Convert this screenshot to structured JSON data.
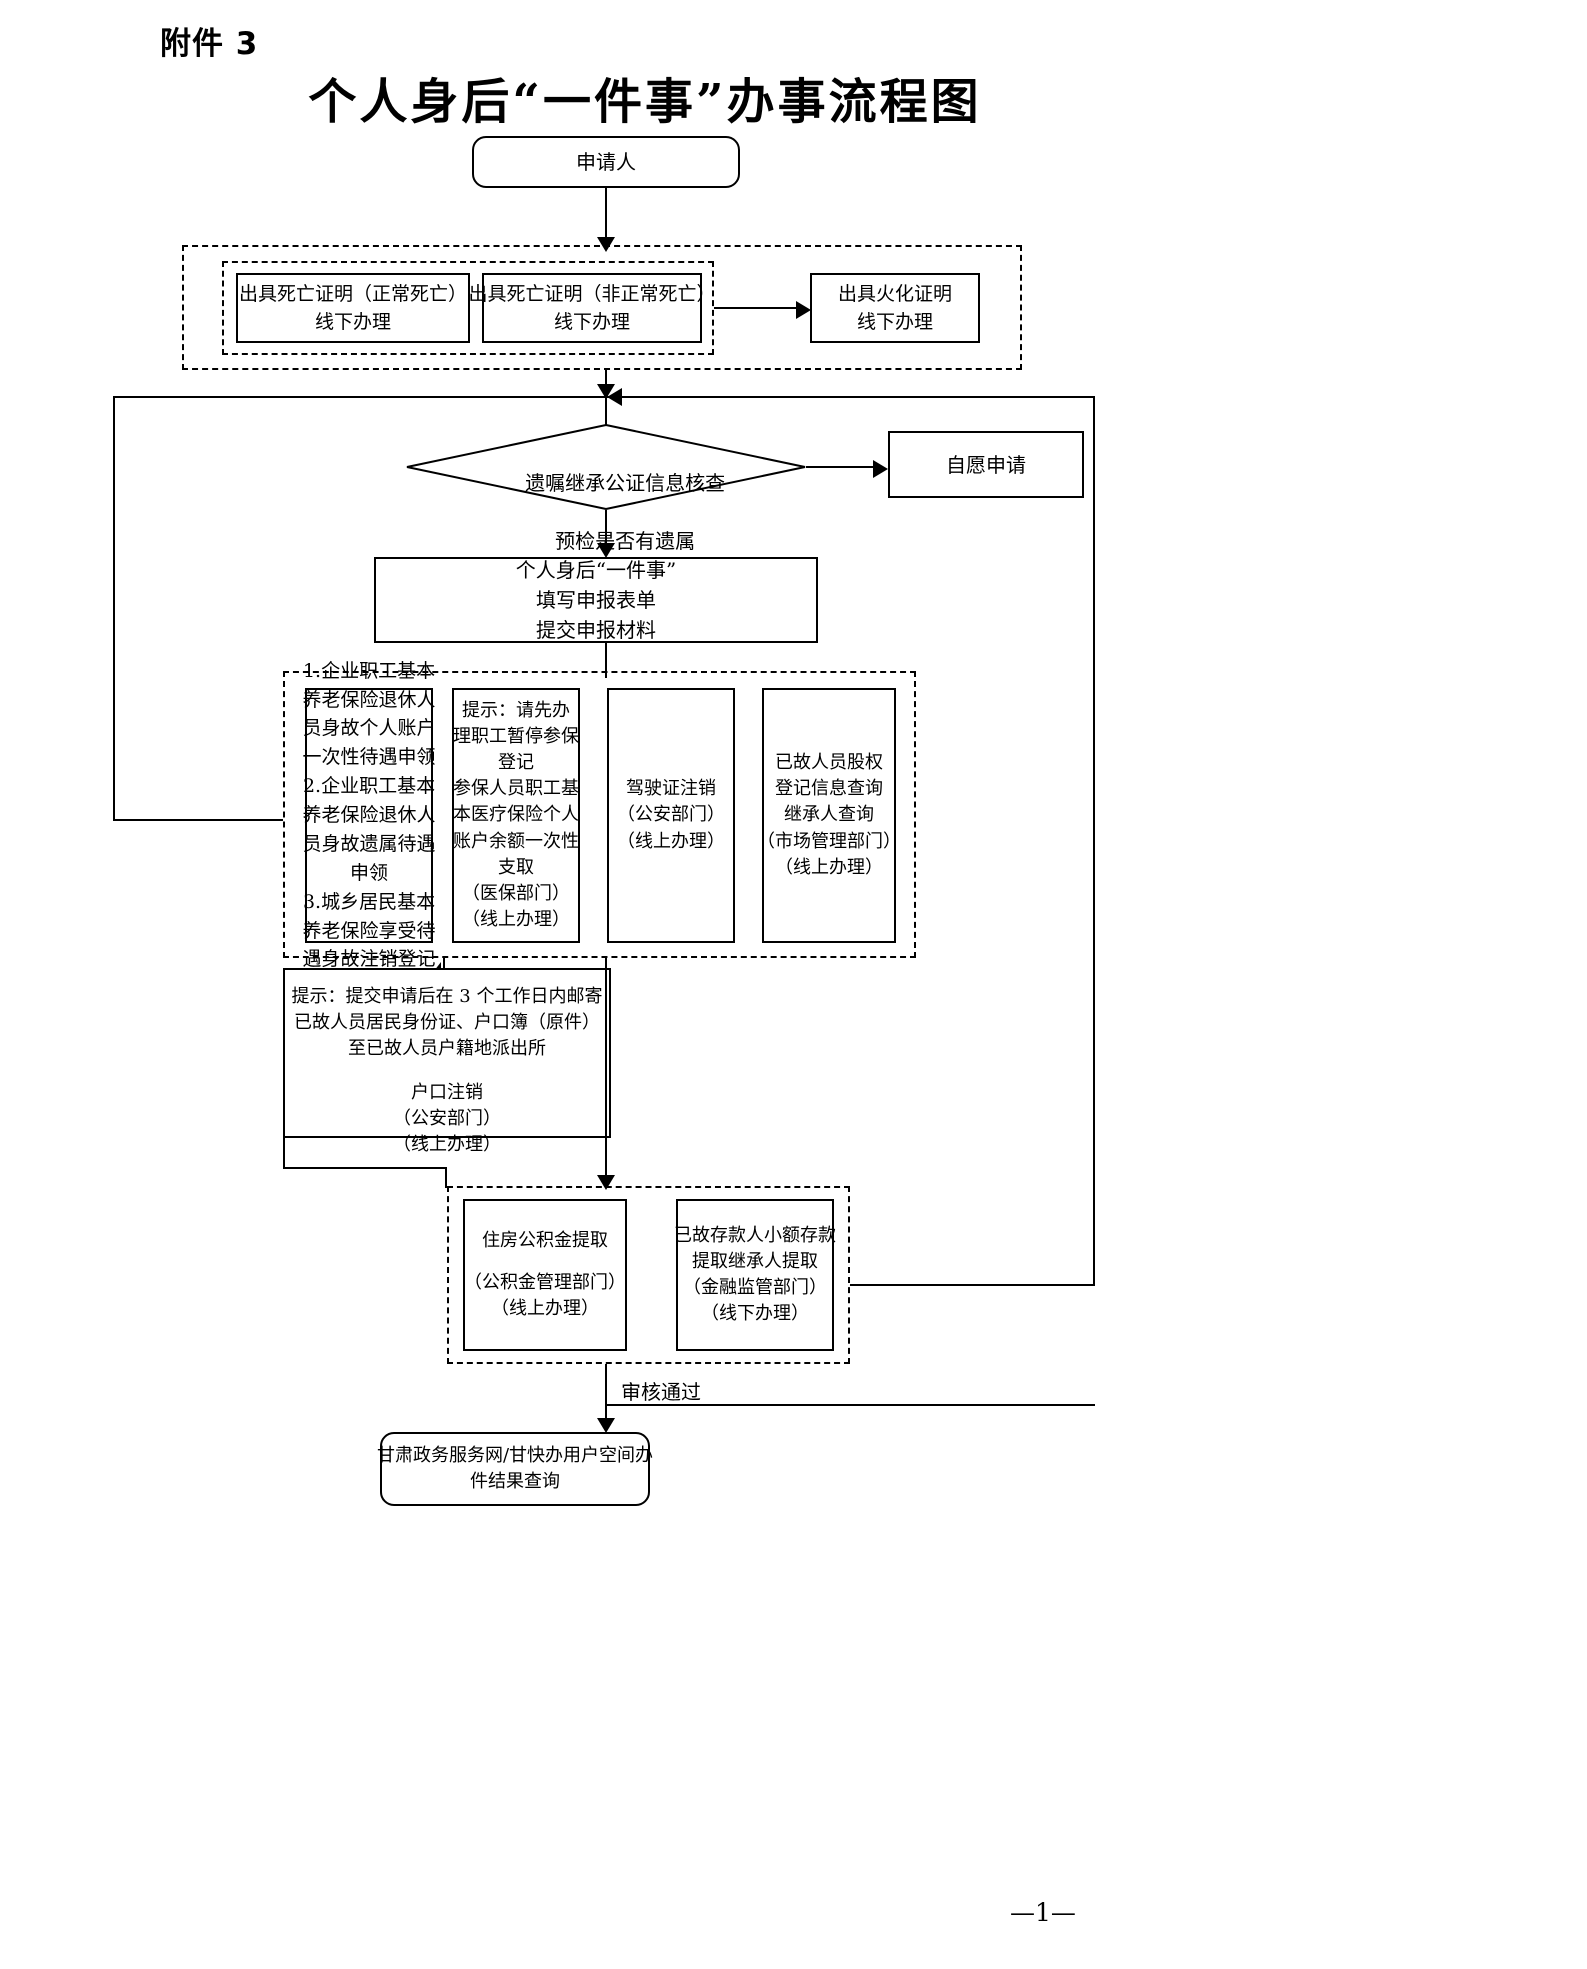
{
  "document": {
    "attachment_label": "附件 3",
    "title": "个人身后“一件事”办事流程图",
    "page_number": "—1—"
  },
  "nodes": {
    "applicant": {
      "label": "申请人"
    },
    "death_cert_normal": {
      "line1": "出具死亡证明（正常死亡）",
      "line2": "线下办理"
    },
    "death_cert_abnormal": {
      "line1": "出具死亡证明（非正常死亡）",
      "line2": "线下办理"
    },
    "cremation_cert": {
      "line1": "出具火化证明",
      "line2": "线下办理"
    },
    "decision_check": {
      "line1": "遗嘱继承公证信息核查",
      "line2": "预检是否有遗属"
    },
    "voluntary_application": {
      "label": "自愿申请"
    },
    "one_thing_form": {
      "line1": "个人身后“一件事”",
      "line2": "填写申报表单",
      "line3": "提交申报材料"
    },
    "pension_list": {
      "l1": "1.企业职工基本",
      "l2": "养老保险退休人",
      "l3": "员身故个人账户",
      "l4": "一次性待遇申领",
      "l5": "2.企业职工基本",
      "l6": "养老保险退休人",
      "l7": "员身故遗属待遇",
      "l8": "申领",
      "l9": "3.城乡居民基本",
      "l10": "养老保险享受待",
      "l11": "遇身故注销登记"
    },
    "medical_insurance": {
      "l1": "提示：请先办",
      "l2": "理职工暂停参保",
      "l3": "登记",
      "l4": "参保人员职工基",
      "l5": "本医疗保险个人",
      "l6": "账户余额一次性",
      "l7": "支取",
      "l8": "（医保部门）",
      "l9": "（线上办理）"
    },
    "driver_license": {
      "l1": "驾驶证注销",
      "l2": "（公安部门）",
      "l3": "（线上办理）"
    },
    "equity_query": {
      "l1": "已故人员股权",
      "l2": "登记信息查询",
      "l3": "继承人查询",
      "l4": "（市场管理部门）",
      "l5": "（线上办理）"
    },
    "household_cancel": {
      "l1": "提示：提交申请后在 3 个工作日内邮寄",
      "l2": "已故人员居民身份证、户口簿（原件）",
      "l3": "至已故人员户籍地派出所",
      "l4": "户口注销",
      "l5": "（公安部门）",
      "l6": "（线上办理）"
    },
    "housing_fund": {
      "l1": "住房公积金提取",
      "l2": "（公积金管理部门）",
      "l3": "（线上办理）"
    },
    "small_deposit": {
      "l1": "已故存款人小额存款",
      "l2": "提取继承人提取",
      "l3": "（金融监管部门）",
      "l4": "（线下办理）"
    },
    "result_query": {
      "l1": "甘肃政务服务网/甘快办用户空间办",
      "l2": "件结果查询"
    }
  },
  "edges": {
    "review_passed": "审核通过"
  },
  "colors": {
    "stroke": "#000000",
    "background": "#ffffff",
    "text": "#000000"
  }
}
